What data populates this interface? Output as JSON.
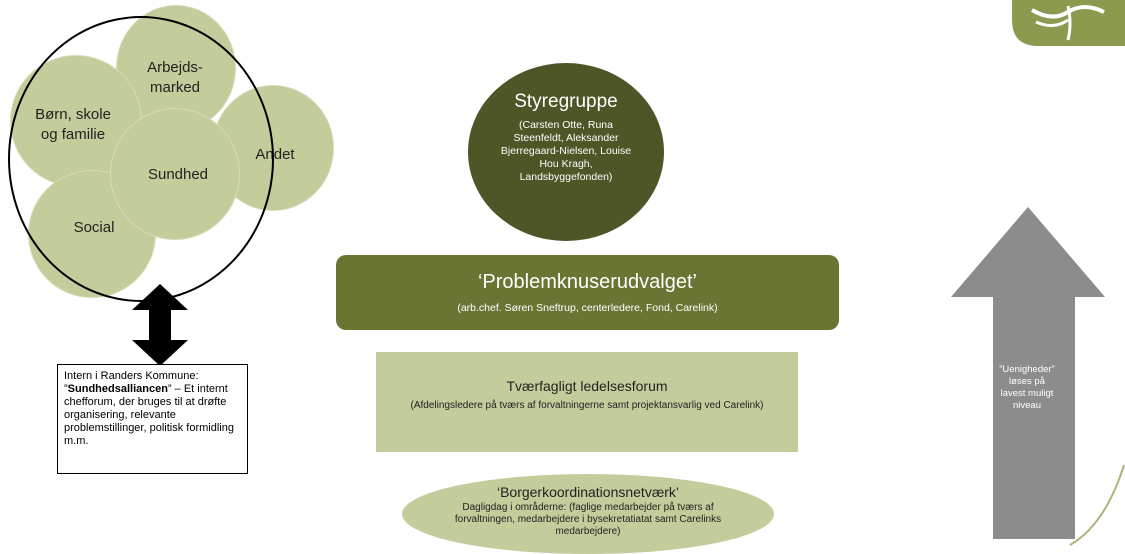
{
  "circles": {
    "arbejdsmarked": "Arbejds-\nmarked",
    "boern": "Børn, skole\nog familie",
    "sundhed": "Sundhed",
    "andet": "Andet",
    "social": "Social"
  },
  "styregruppe": {
    "title": "Styregruppe",
    "members": "(Carsten Otte, Runa Steenfeldt, Aleksander Bjerregaard-Nielsen, Louise Hou Kragh, Landsbyggefonden)"
  },
  "problemknuser": {
    "title": "‘Problemknuserudvalget’",
    "members": "(arb.chef. Søren Sneftrup, centerledere, Fond, Carelink)"
  },
  "tvaerfagligt": {
    "title": "Tværfagligt ledelsesforum",
    "description": "(Afdelingsledere på tværs af forvaltningerne samt projektansvarlig ved Carelink)"
  },
  "borgerkoordination": {
    "title": "‘Borgerkoordinationsnetværk’",
    "description": "Dagligdag i områderne: (faglige medarbejder på tværs af forvaltningen, medarbejdere i bysekretatiatat samt Carelinks medarbejdere)"
  },
  "intern": {
    "prefix": "Intern i Randers Kommune: ”",
    "bold": "Sundhedsalliancen",
    "suffix": "” – Et internt chefforum, der bruges til at drøfte organisering, relevante problemstillinger, politisk formidling m.m."
  },
  "escalation_arrow": {
    "text": "”Uenigheder” løses på lavest muligt niveau"
  },
  "colors": {
    "light_green": "#c3cc9b",
    "dark_olive": "#4e5527",
    "olive": "#6b7533",
    "arrow_gray": "#8c8c8c",
    "logo_green": "#8a9a4e"
  }
}
